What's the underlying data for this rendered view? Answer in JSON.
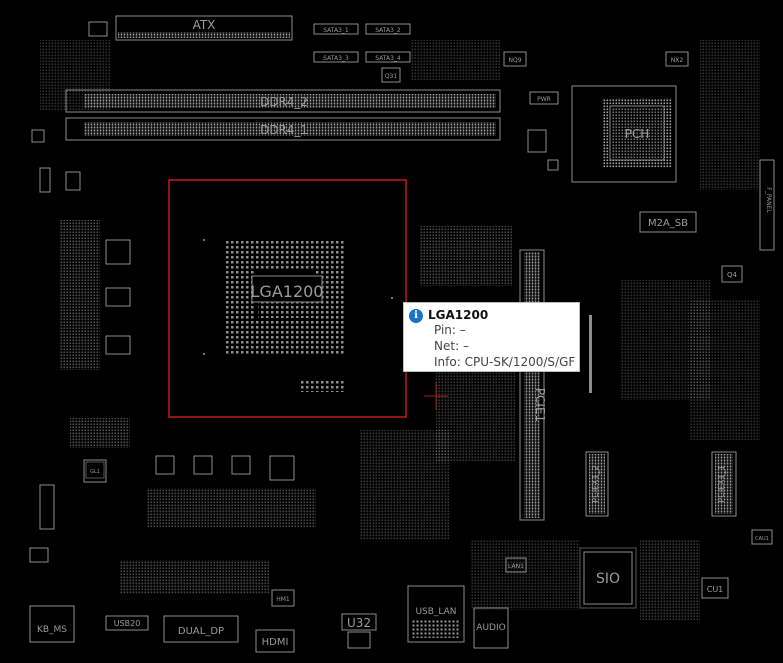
{
  "board_labels": {
    "atx": "ATX",
    "ddr4_2": "DDR4_2",
    "ddr4_1": "DDR4_1",
    "sata1": "SATA3_1",
    "sata2": "SATA3_2",
    "sata3": "SATA3_3",
    "sata4": "SATA3_4",
    "nq9": "NQ9",
    "nx2": "NX2",
    "q31": "Q31",
    "pch": "PCH",
    "m2a": "M2A_SB",
    "fpanel": "F_PANEL",
    "q4": "Q4",
    "cpu": "LGA1200",
    "pcie": "PCIE1",
    "pciex2": "PCIEX1_2",
    "pciex1": "PCIEX1_1",
    "sio": "SIO",
    "cu1": "CU1",
    "kbms": "KB_MS",
    "usb20": "USB20",
    "dualdp": "DUAL_DP",
    "hdmi": "HDMI",
    "u32": "U32",
    "usblan": "USB_LAN",
    "audio": "AUDIO",
    "gl1": "GL1",
    "lan1": "LAN1",
    "cau1": "CAU1",
    "pwr": "PWR",
    "hm1": "HM1"
  },
  "tooltip": {
    "title": "LGA1200",
    "pin_label": "Pin:",
    "pin_value": "–",
    "net_label": "Net:",
    "net_value": "–",
    "info_label": "Info:",
    "info_value": "CPU-SK/1200/S/GF",
    "info_icon": "info-icon"
  },
  "colors": {
    "background": "#000000",
    "outline": "#8c8c8c",
    "selection": "#e01f1f",
    "tooltip_icon": "#1a73c7"
  }
}
